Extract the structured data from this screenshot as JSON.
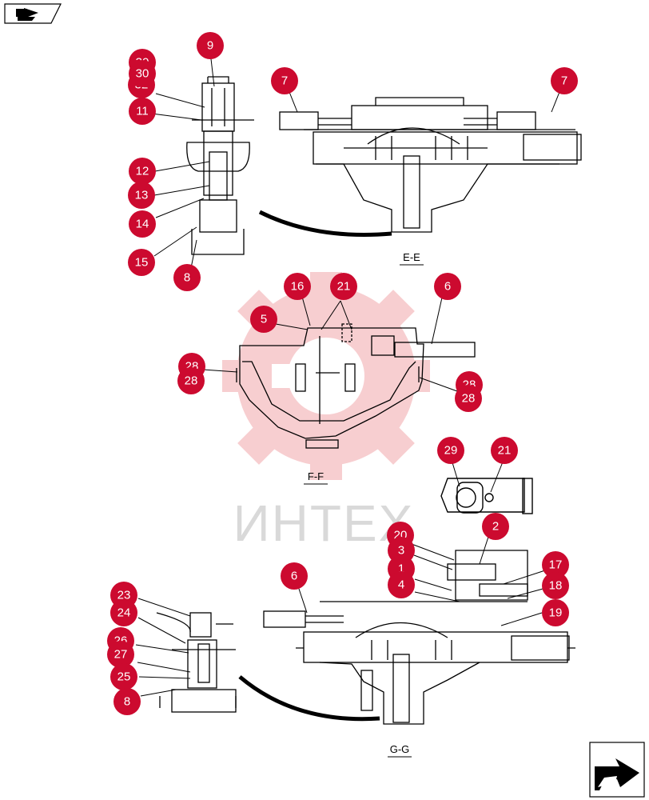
{
  "watermark": {
    "text": "ИНТЕХ"
  },
  "sections": [
    {
      "key": "ee",
      "label": "E-E"
    },
    {
      "key": "ff",
      "label": "F-F"
    },
    {
      "key": "gg",
      "label": "G-G"
    }
  ],
  "callouts": {
    "c9": "9",
    "c30": "30",
    "c32": "32",
    "c11": "11",
    "c12": "12",
    "c13": "13",
    "c14": "14",
    "c15": "15",
    "c8a": "8",
    "c7a": "7",
    "c7b": "7",
    "c16": "16",
    "c21a": "21",
    "c5": "5",
    "c6a": "6",
    "c28a": "28",
    "c28b": "28",
    "c29": "29",
    "c21b": "21",
    "c20": "20",
    "c3": "3",
    "c2": "2",
    "c1": "1",
    "c4": "4",
    "c17": "17",
    "c18": "18",
    "c19": "19",
    "c6b": "6",
    "c23": "23",
    "c24": "24",
    "c26": "26",
    "c27": "27",
    "c25": "25",
    "c8b": "8"
  },
  "colors": {
    "callout": "#cc0a2f",
    "watermark": "#f6c4c6"
  },
  "icons": {
    "top_left": "home-arrow-icon",
    "bottom_right": "next-page-arrow-icon"
  }
}
